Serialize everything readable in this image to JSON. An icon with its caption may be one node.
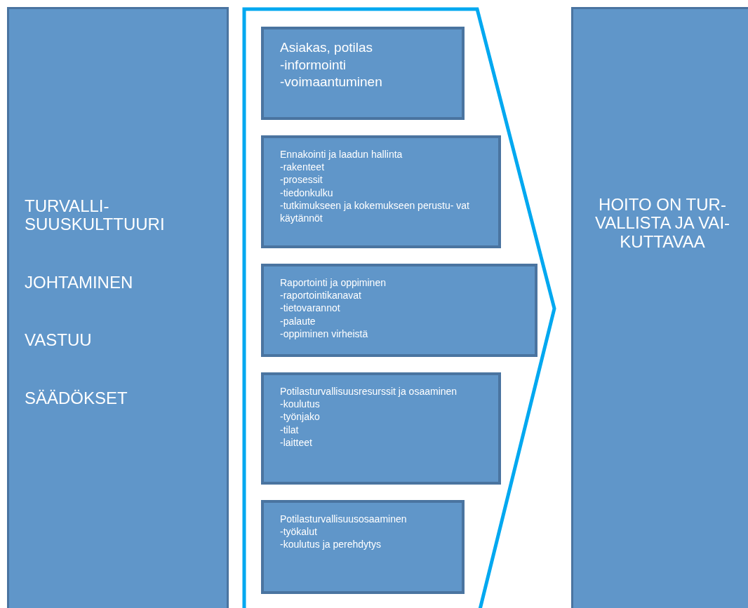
{
  "diagram": {
    "nodes": [
      {
        "text": [
          "TURVALLI- SUUSKULTTUURI",
          "JOHTAMINEN",
          "VASTUU",
          "SÄÄDÖKSET"
        ]
      },
      {
        "text": [],
        "shape": "chevron"
      },
      {
        "text": [
          "Asiakas, potilas",
          "-informointi",
          "-voimaantuminen"
        ],
        "in": 1
      },
      {
        "text": [
          "Ennakointi ja laadun hallinta",
          "-rakenteet",
          "-prosessit",
          "-tiedonkulku",
          "-tutkimukseen ja kokemukseen perustu- vat käytännöt"
        ],
        "in": 1
      },
      {
        "text": [
          "Raportointi ja oppiminen",
          "-raportointikanavat",
          "-tietovarannot",
          "-palaute",
          "-oppiminen virheistä"
        ],
        "in": 1
      },
      {
        "text": [
          "Potilasturvallisuusresurssit ja osaaminen",
          "-koulutus",
          "-työnjako",
          "-tilat",
          "-laitteet"
        ],
        "in": 1
      },
      {
        "text": [
          "Potilasturvallisuusosaaminen",
          "-työkalut",
          "-koulutus ja perehdytys"
        ],
        "in": 1
      },
      {
        "text": [
          "HOITO ON TUR- VALLISTA JA VAI- KUTTAVAA"
        ]
      }
    ]
  }
}
